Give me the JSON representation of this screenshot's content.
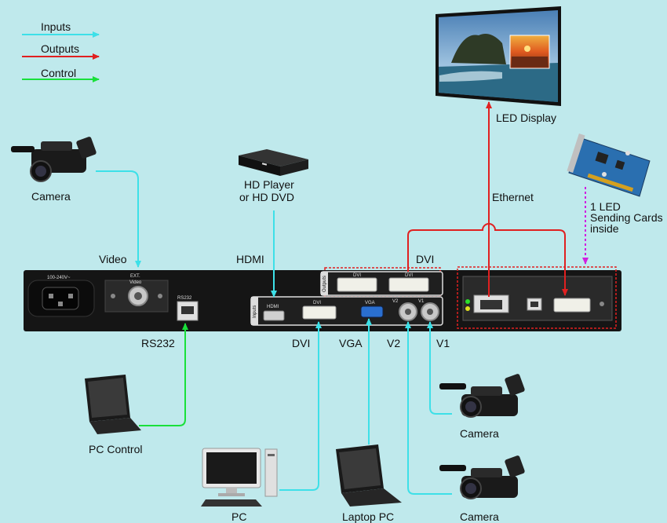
{
  "legend": {
    "inputs": "Inputs",
    "outputs": "Outputs",
    "control": "Control"
  },
  "colors": {
    "inputs": "#3de0e8",
    "outputs": "#e02020",
    "control": "#19e03a",
    "sending_card": "#d020e0",
    "background": "#bfe9ec",
    "device": "#151515"
  },
  "devices": {
    "camera_top": "Camera",
    "hd_player_line1": "HD Player",
    "hd_player_line2": "or HD DVD",
    "led_display": "LED Display",
    "ethernet": "Ethernet",
    "sending_cards_line1": "1 LED",
    "sending_cards_line2": "Sending Cards",
    "sending_cards_line3": "inside",
    "pc_control": "PC Control",
    "pc": "PC",
    "laptop_pc": "Laptop PC",
    "camera_v1": "Camera",
    "camera_v2": "Camera"
  },
  "connections": {
    "video": "Video",
    "hdmi": "HDMI",
    "dvi_out": "DVI",
    "rs232": "RS232",
    "dvi_in": "DVI",
    "vga": "VGA",
    "v2": "V2",
    "v1": "V1"
  },
  "panel": {
    "power": "100-240V~",
    "ext_line1": "EXT.",
    "ext_line2": "Video",
    "rs232": "RS232",
    "outputs": "Outputs",
    "inputs": "Inputs",
    "dvi_a": "DVI",
    "dvi_b": "DVI",
    "hdmi": "HDMI",
    "dvi": "DVI",
    "vga": "VGA",
    "v2": "V2",
    "v1": "V1"
  }
}
